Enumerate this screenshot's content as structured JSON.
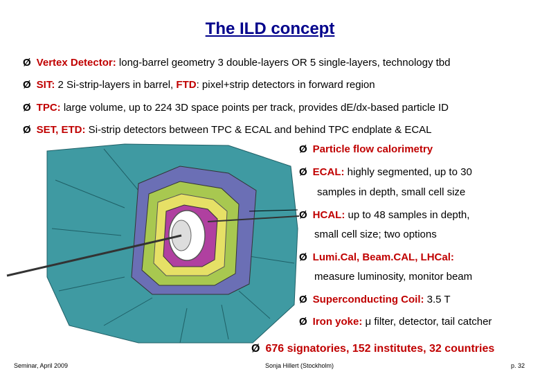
{
  "title": "The ILD concept",
  "arrow": "Ø",
  "bullets": {
    "b1": {
      "label": "Vertex Detector:",
      "text": " long-barrel geometry 3 double-layers OR 5 single-layers, technology tbd"
    },
    "b2": {
      "label1": "SIT:",
      "text1": " 2 Si-strip-layers in barrel, ",
      "label2": "FTD",
      "text2": ": pixel+strip detectors in forward region"
    },
    "b3": {
      "label": "TPC:",
      "text": " large volume, up to 224 3D space points per track, provides dE/dx-based particle ID"
    },
    "b4": {
      "label": "SET, ETD:",
      "text": " Si-strip detectors between TPC & ECAL and behind TPC endplate & ECAL"
    },
    "b5": {
      "label": "Particle flow calorimetry"
    },
    "b6": {
      "label": "ECAL:",
      "text": " highly segmented, up to 30",
      "cont": "samples in depth, small cell size"
    },
    "b7": {
      "label": "HCAL:",
      "text": " up to 48 samples in depth,",
      "cont": "small cell size; two options"
    },
    "b8": {
      "label": "Lumi.Cal, Beam.CAL, LHCal:",
      "cont": "measure luminosity, monitor beam"
    },
    "b9": {
      "label": "Superconducting Coil:",
      "text": " 3.5 T"
    },
    "b10": {
      "label": "Iron yoke:",
      "text": " μ filter, detector, tail catcher"
    },
    "b11": {
      "label": "676 signatories, 152 institutes, 32 countries"
    }
  },
  "footer": {
    "left": "Seminar, April 2009",
    "center": "Sonja Hillert (Stockholm)",
    "right": "p. 32"
  },
  "colors": {
    "title": "#00008b",
    "accent": "#c00000",
    "yoke": "#3f9aa2",
    "ecal": "#e6e066",
    "hcal": "#a8c850"
  }
}
